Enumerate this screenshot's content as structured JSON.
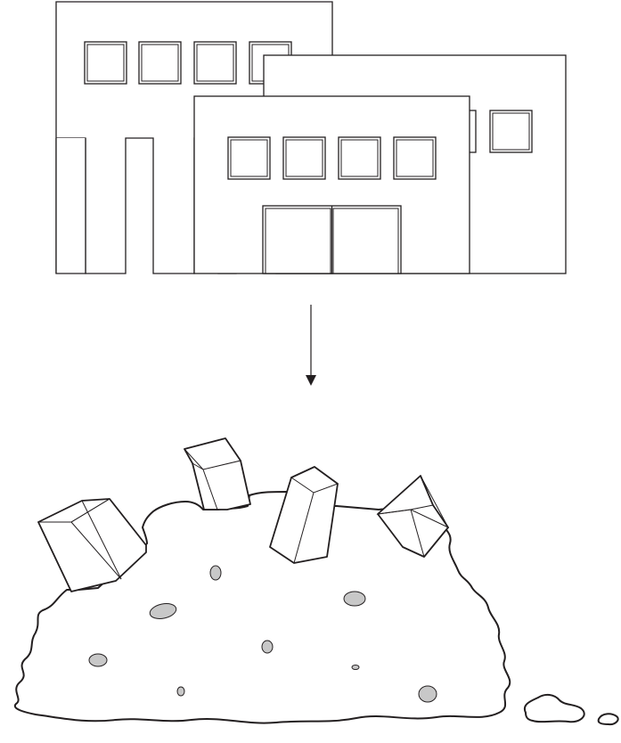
{
  "diagram": {
    "top_scene": "intact-buildings",
    "transition": "down-arrow",
    "bottom_scene": "rubble-pile",
    "colors": {
      "line": "#231f20",
      "background": "#ffffff",
      "stone_fill": "#c8c8c8"
    },
    "counts": {
      "buildings": 3,
      "windows_back_building": 4,
      "windows_front_building": 4,
      "concrete_blocks": 4,
      "stones": 10
    }
  }
}
